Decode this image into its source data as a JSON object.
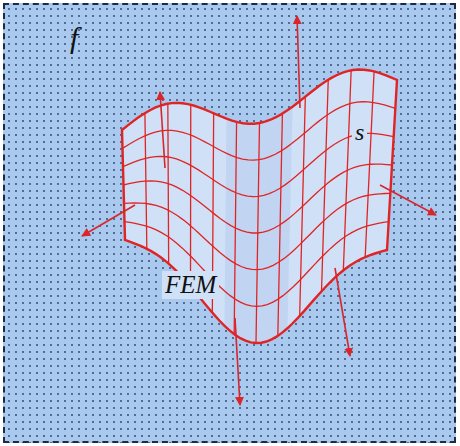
{
  "diagram": {
    "nodes": [
      {
        "text": [
          "f"
        ]
      },
      {
        "text": [
          "s",
          "FEM"
        ],
        "in": 0
      }
    ]
  }
}
